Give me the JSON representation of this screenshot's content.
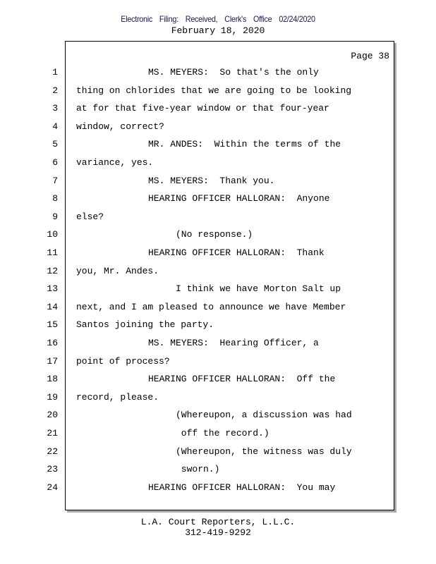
{
  "header": {
    "filing_stamp": "Electronic Filing: Received, Clerk's Office 02/24/2020",
    "date": "February 18, 2020"
  },
  "page_label": "Page 38",
  "lines": [
    {
      "n": "1",
      "indent": 2,
      "text": "MS. MEYERS:  So that's the only"
    },
    {
      "n": "2",
      "indent": 0,
      "text": "thing on chlorides that we are going to be looking"
    },
    {
      "n": "3",
      "indent": 0,
      "text": "at for that five-year window or that four-year"
    },
    {
      "n": "4",
      "indent": 0,
      "text": "window, correct?"
    },
    {
      "n": "5",
      "indent": 2,
      "text": "MR. ANDES:  Within the terms of the"
    },
    {
      "n": "6",
      "indent": 0,
      "text": "variance, yes."
    },
    {
      "n": "7",
      "indent": 2,
      "text": "MS. MEYERS:  Thank you."
    },
    {
      "n": "8",
      "indent": 2,
      "text": "HEARING OFFICER HALLORAN:  Anyone"
    },
    {
      "n": "9",
      "indent": 0,
      "text": "else?"
    },
    {
      "n": "10",
      "indent": 3,
      "text": "(No response.)"
    },
    {
      "n": "11",
      "indent": 2,
      "text": "HEARING OFFICER HALLORAN:  Thank"
    },
    {
      "n": "12",
      "indent": 0,
      "text": "you, Mr. Andes."
    },
    {
      "n": "13",
      "indent": 3,
      "text": "I think we have Morton Salt up"
    },
    {
      "n": "14",
      "indent": 0,
      "text": "next, and I am pleased to announce we have Member"
    },
    {
      "n": "15",
      "indent": 0,
      "text": "Santos joining the party."
    },
    {
      "n": "16",
      "indent": 2,
      "text": "MS. MEYERS:  Hearing Officer, a"
    },
    {
      "n": "17",
      "indent": 0,
      "text": "point of process?"
    },
    {
      "n": "18",
      "indent": 2,
      "text": "HEARING OFFICER HALLORAN:  Off the"
    },
    {
      "n": "19",
      "indent": 0,
      "text": "record, please."
    },
    {
      "n": "20",
      "indent": 3,
      "text": "(Whereupon, a discussion was had"
    },
    {
      "n": "21",
      "indent": 3,
      "text": " off the record.)"
    },
    {
      "n": "22",
      "indent": 3,
      "text": "(Whereupon, the witness was duly"
    },
    {
      "n": "23",
      "indent": 3,
      "text": " sworn.)"
    },
    {
      "n": "24",
      "indent": 2,
      "text": "HEARING OFFICER HALLORAN:  You may"
    }
  ],
  "footer": {
    "company": "L.A. Court Reporters, L.L.C.",
    "phone": "312-419-9292"
  }
}
